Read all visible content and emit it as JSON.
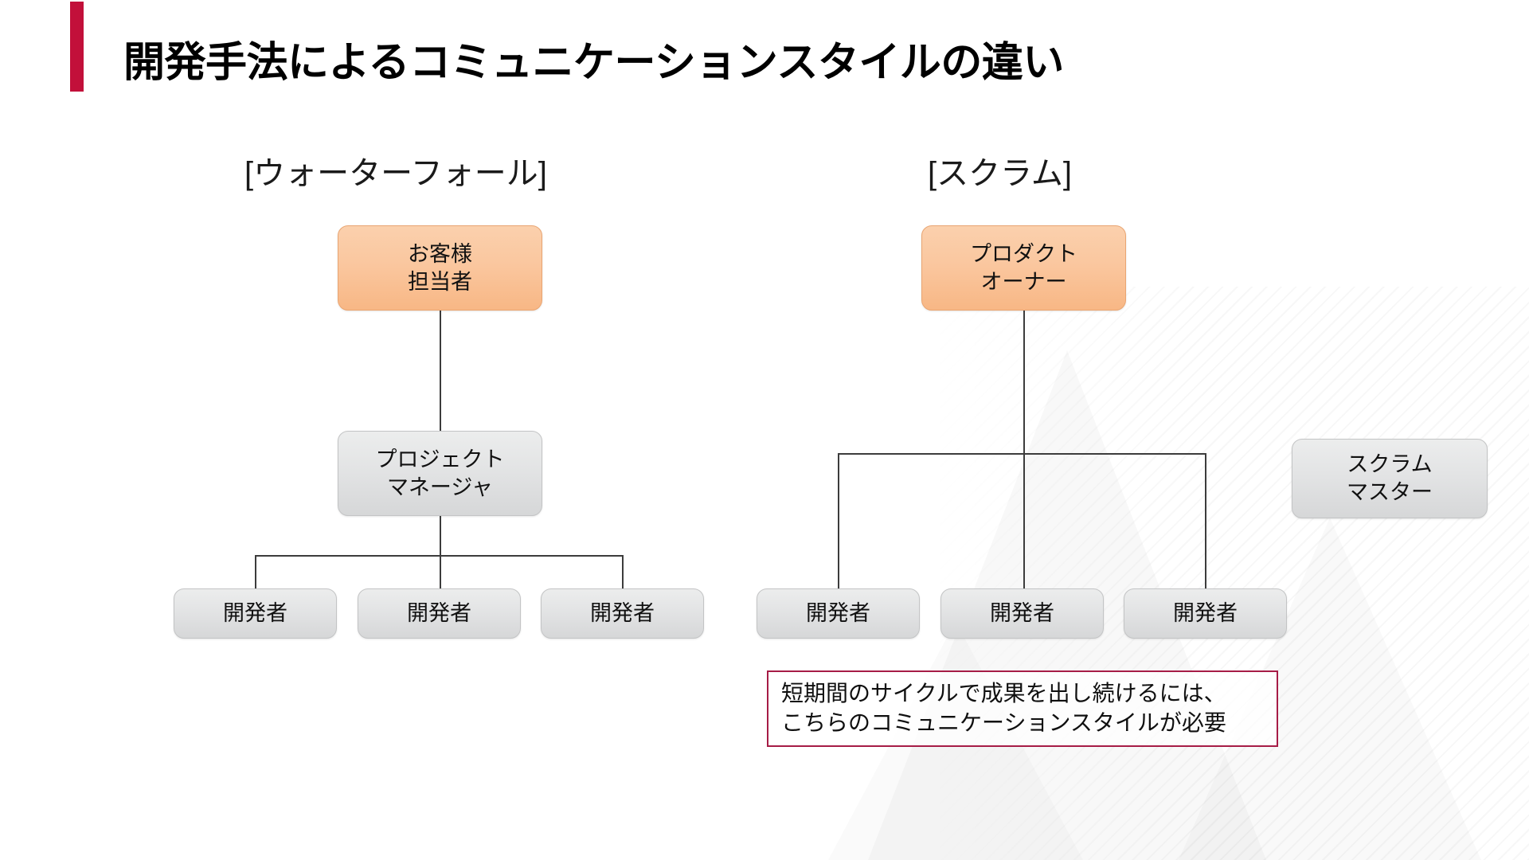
{
  "page": {
    "title": "開発手法によるコミュニケーションスタイルの違い",
    "accent_color": "#c2103a"
  },
  "colors": {
    "accent_red": "#c2103a",
    "callout_border": "#a61c46",
    "node_gray_fill": "#e4e5e6",
    "node_orange_fill": "#f9c195",
    "connector": "#3c3c3c"
  },
  "sections": [
    {
      "id": "waterfall",
      "heading": "[ウォーターフォール]"
    },
    {
      "id": "scrum",
      "heading": "[スクラム]"
    }
  ],
  "waterfall": {
    "heading": "[ウォーターフォール]",
    "root": {
      "line1": "お客様",
      "line2": "担当者",
      "style": "orange"
    },
    "middle": {
      "line1": "プロジェクト",
      "line2": "マネージャ",
      "style": "gray"
    },
    "developers": [
      {
        "label": "開発者"
      },
      {
        "label": "開発者"
      },
      {
        "label": "開発者"
      }
    ]
  },
  "scrum": {
    "heading": "[スクラム]",
    "root": {
      "line1": "プロダクト",
      "line2": "オーナー",
      "style": "orange"
    },
    "developers": [
      {
        "label": "開発者"
      },
      {
        "label": "開発者"
      },
      {
        "label": "開発者"
      }
    ],
    "master": {
      "line1": "スクラム",
      "line2": "マスター",
      "style": "gray"
    }
  },
  "callout": {
    "line1": "短期間のサイクルで成果を出し続けるには、",
    "line2": "こちらのコミュニケーションスタイルが必要"
  }
}
